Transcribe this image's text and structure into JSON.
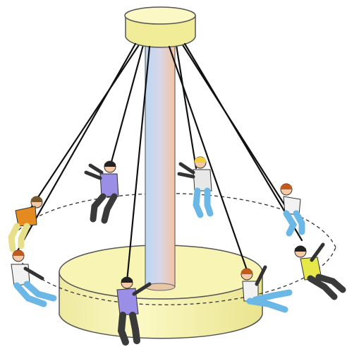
{
  "illustration": {
    "subject": "",
    "colors": {
      "cap_fill": "#f6f3a8",
      "cap_stroke": "#555555",
      "base_fill": "#f4f1a2",
      "pole_left": "#b9d7f5",
      "pole_right": "#f4c3a1",
      "rope": "#111111",
      "orbit": "#333333"
    },
    "riders": [
      {
        "id": "rider-left-orange",
        "shirt": "#e48a1e",
        "pants": "#e7e08a",
        "hair": "#7a5a2a"
      },
      {
        "id": "rider-back-purple",
        "shirt": "#9b8ee6",
        "pants": "#3a3a3a",
        "hair": "#222222"
      },
      {
        "id": "rider-back-gray",
        "shirt": "#e8e8e8",
        "pants": "#6bb7e6",
        "hair": "#f2cf3a"
      },
      {
        "id": "rider-right-white",
        "shirt": "#f2f2f2",
        "pants": "#6bb7e6",
        "hair": "#c25a1c"
      },
      {
        "id": "rider-right-yellow",
        "shirt": "#e6e84a",
        "pants": "#3a3a3a",
        "hair": "#222222"
      },
      {
        "id": "rider-front-right-white",
        "shirt": "#f2f2f2",
        "pants": "#6bb7e6",
        "hair": "#c25a1c"
      },
      {
        "id": "rider-front-center-purple",
        "shirt": "#9b8ee6",
        "pants": "#3a3a3a",
        "hair": "#222222"
      },
      {
        "id": "rider-left-white",
        "shirt": "#f2f2f2",
        "pants": "#6bb7e6",
        "hair": "#c25a1c"
      }
    ]
  }
}
